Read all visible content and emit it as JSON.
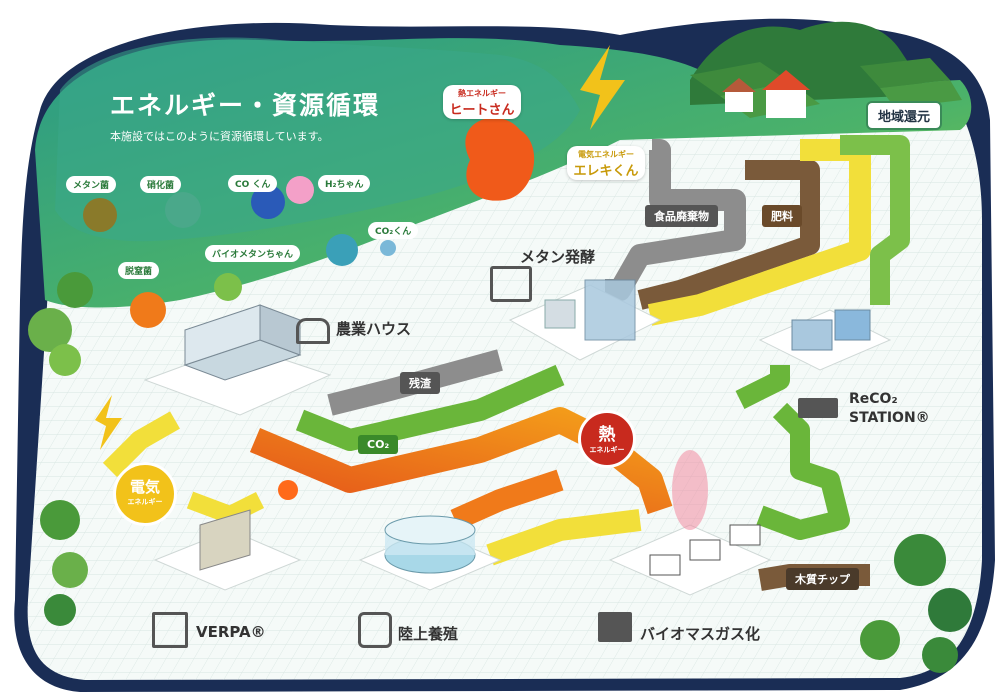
{
  "header": {
    "title": "エネルギー・資源循環",
    "subtitle": "本施設ではこのように資源循環しています。"
  },
  "characters": {
    "methane_bacteria": "メタン菌",
    "nitrifying_bacteria": "硝化菌",
    "co_kun": "CO くん",
    "h2_chan": "H₂ちゃん",
    "co2_kun": "CO₂くん",
    "denitrifying_bacteria": "脱窒菌",
    "biomethane_chan": "バイオメタンちゃん"
  },
  "energy_mascots": {
    "heat": {
      "small": "熱エネルギー",
      "name": "ヒートさん"
    },
    "electric": {
      "small": "電気エネルギー",
      "name": "エレキくん"
    }
  },
  "facilities": {
    "region": "地域還元",
    "methane": "メタン発酵",
    "greenhouse": "農業ハウス",
    "reco2": "ReCO₂",
    "reco2_line2": "STATION®",
    "verpa": "VERPA®",
    "aquaculture": "陸上養殖",
    "biomass": "バイオマスガス化"
  },
  "flows": {
    "food_waste": "食品廃棄物",
    "fertilizer": "肥料",
    "residue": "残渣",
    "co2": "CO₂",
    "wood_chip": "木質チップ"
  },
  "bubbles": {
    "heat_big": "熱",
    "heat_small": "エネルギー",
    "elec_big": "電気",
    "elec_small": "エネルギー"
  },
  "colors": {
    "sky_green": "#3fae7a",
    "grass_green": "#7cc04a",
    "gray_arrow": "#8d8d8d",
    "brown_arrow": "#7a5a3a",
    "yellow_arrow": "#f2df3a",
    "green_arrow": "#5ab03a",
    "orange_arrow": "#f07a1a",
    "heat_red": "#c82a1e",
    "elec_yellow": "#f2c21a"
  }
}
